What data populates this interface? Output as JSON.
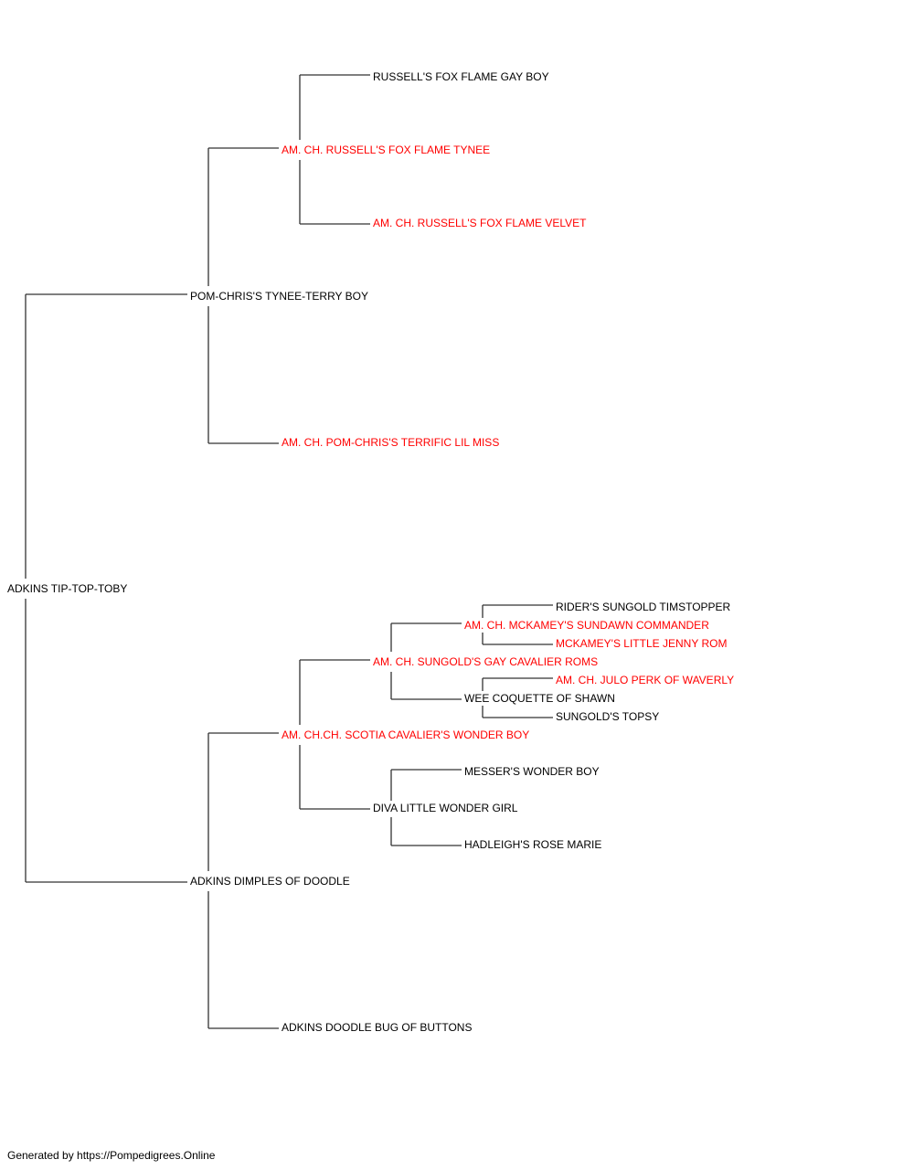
{
  "pedigree": {
    "subject": {
      "name": "ADKINS TIP-TOP-TOBY",
      "champion": false
    },
    "sire": {
      "name": "POM-CHRIS'S TYNEE-TERRY BOY",
      "champion": false
    },
    "sire_sire": {
      "name": "AM. CH. RUSSELL'S FOX FLAME TYNEE",
      "champion": true
    },
    "sire_sire_sire": {
      "name": "RUSSELL'S FOX FLAME GAY BOY",
      "champion": false
    },
    "sire_sire_dam": {
      "name": "AM. CH. RUSSELL'S FOX FLAME VELVET",
      "champion": true
    },
    "sire_dam": {
      "name": "AM. CH. POM-CHRIS'S TERRIFIC LIL MISS",
      "champion": true
    },
    "dam": {
      "name": "ADKINS DIMPLES OF DOODLE",
      "champion": false
    },
    "dam_sire": {
      "name": "AM. CH.CH. SCOTIA CAVALIER'S WONDER BOY",
      "champion": true
    },
    "dam_sire_sire": {
      "name": "AM. CH. SUNGOLD'S GAY CAVALIER ROMS",
      "champion": true
    },
    "dam_sire_sire_sire": {
      "name": "AM. CH. MCKAMEY'S SUNDAWN COMMANDER",
      "champion": true
    },
    "dam_sire_sire_sire_sire": {
      "name": "RIDER'S SUNGOLD TIMSTOPPER",
      "champion": false
    },
    "dam_sire_sire_sire_dam": {
      "name": "MCKAMEY'S LITTLE JENNY ROM",
      "champion": true
    },
    "dam_sire_sire_dam": {
      "name": "WEE COQUETTE OF SHAWN",
      "champion": false
    },
    "dam_sire_sire_dam_sire": {
      "name": "AM. CH. JULO PERK OF WAVERLY",
      "champion": true
    },
    "dam_sire_sire_dam_dam": {
      "name": "SUNGOLD'S TOPSY",
      "champion": false
    },
    "dam_sire_dam": {
      "name": "DIVA LITTLE WONDER GIRL",
      "champion": false
    },
    "dam_sire_dam_sire": {
      "name": "MESSER'S WONDER BOY",
      "champion": false
    },
    "dam_sire_dam_dam": {
      "name": "HADLEIGH'S ROSE MARIE",
      "champion": false
    },
    "dam_dam": {
      "name": "ADKINS DOODLE BUG OF BUTTONS",
      "champion": false
    }
  },
  "colors": {
    "champion": "#ff0000",
    "regular": "#000000",
    "line": "#333333"
  },
  "footer": {
    "text": "Generated by https://Pompedigrees.Online"
  }
}
